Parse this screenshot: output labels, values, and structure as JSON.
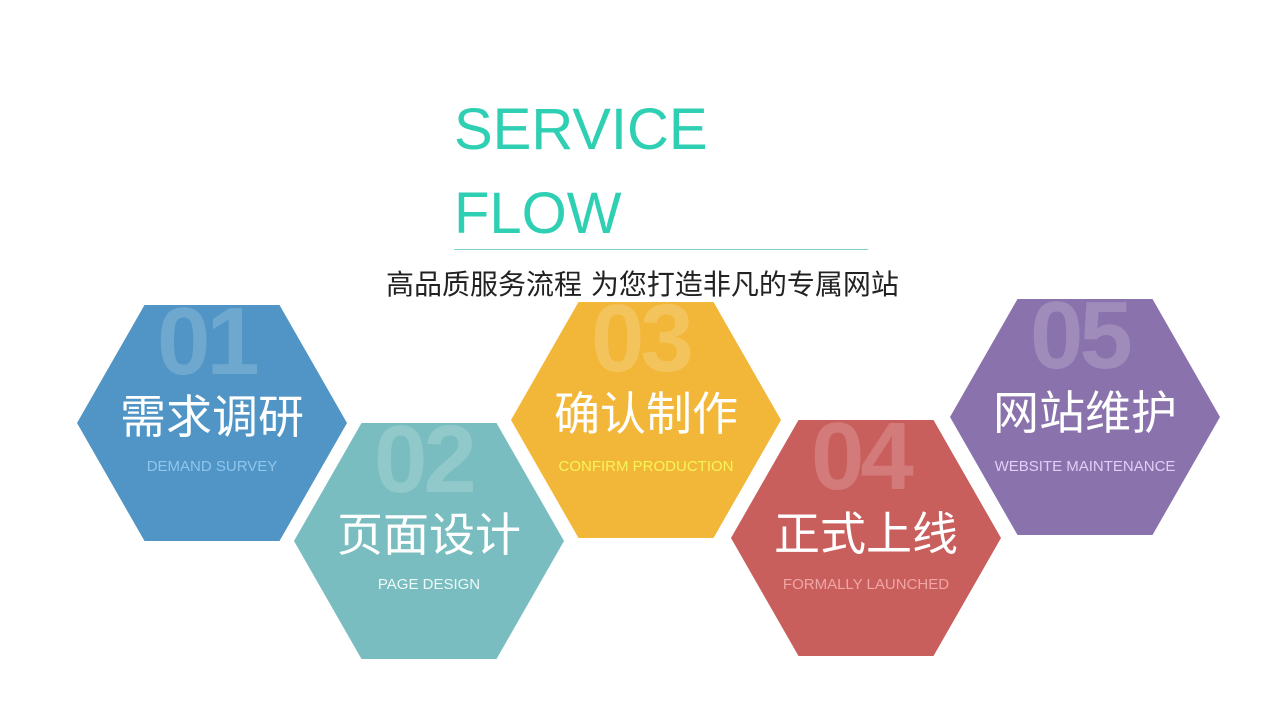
{
  "header": {
    "title_line1": "SERVICE",
    "title_line2": "FLOW",
    "subtitle": "高品质服务流程 为您打造非凡的专属网站"
  },
  "colors": {
    "accent": "#2ecfb2",
    "rule": "#7fd3cf",
    "hex1": "#5095c5",
    "hex2": "#79bdc0",
    "hex3": "#f2b739",
    "hex4": "#c95f5d",
    "hex5": "#8a73ac"
  },
  "steps": [
    {
      "number": "01",
      "title": "需求调研",
      "subtitle": "DEMAND SURVEY",
      "sub_color": "#8fc6ee"
    },
    {
      "number": "02",
      "title": "页面设计",
      "subtitle": "PAGE DESIGN",
      "sub_color": "#eef9f9"
    },
    {
      "number": "03",
      "title": "确认制作",
      "subtitle": "CONFIRM PRODUCTION",
      "sub_color": "#f7f55a"
    },
    {
      "number": "04",
      "title": "正式上线",
      "subtitle": "FORMALLY LAUNCHED",
      "sub_color": "#f0a6a6"
    },
    {
      "number": "05",
      "title": "网站维护",
      "subtitle": "WEBSITE MAINTENANCE",
      "sub_color": "#e3cdf6"
    }
  ]
}
